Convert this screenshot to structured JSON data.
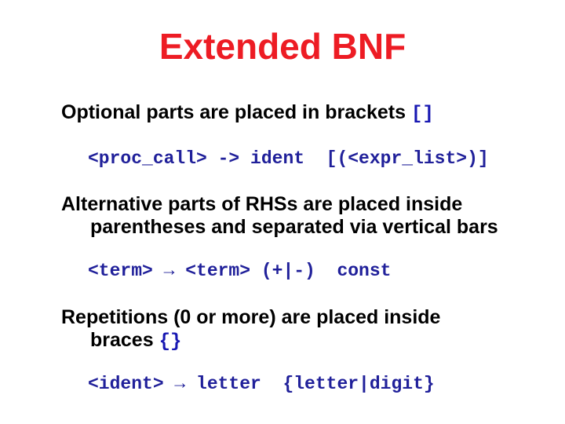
{
  "slide": {
    "title": "Extended BNF",
    "colors": {
      "background": "#FFFFFF",
      "title": "#ED1C24",
      "body": "#000000",
      "code": "#20209A",
      "inline_code": "#1717B2"
    },
    "bullets": {
      "optional": {
        "text": "Optional parts are placed in brackets ",
        "code": "[]"
      },
      "alternative": {
        "line1": "Alternative parts of RHSs are placed inside",
        "line2": "parentheses and separated via vertical bars"
      },
      "repetitions": {
        "line1": "Repetitions (0 or more) are placed inside",
        "line2_text": "braces ",
        "line2_code": "{}"
      }
    },
    "code_lines": {
      "proc_call": "<proc_call> -> ident  [(<expr_list>)]",
      "term": "<term> → <term> (+|-)  const",
      "ident": "<ident> → letter  {letter|digit}"
    }
  }
}
